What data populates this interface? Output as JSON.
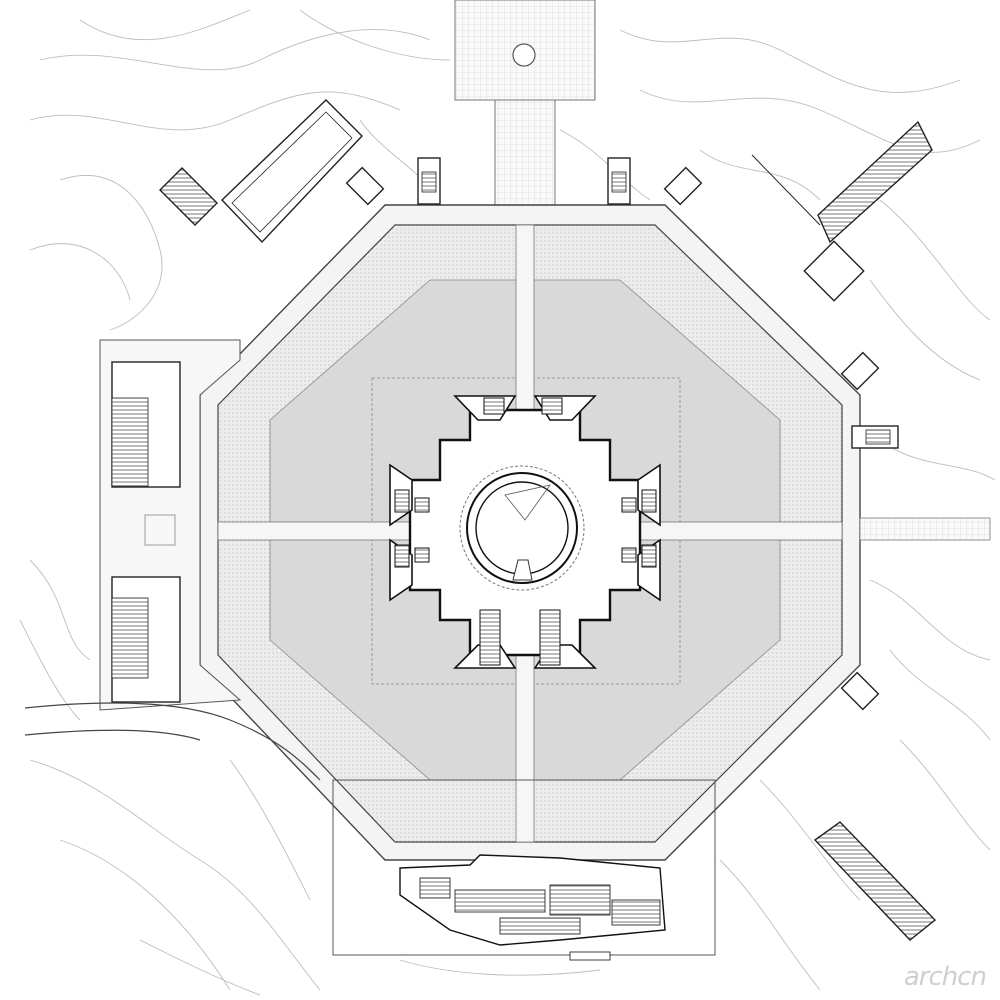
{
  "diagram": {
    "kind": "architectural site plan",
    "shape": "octagonal plaza with central circular courtyard",
    "colors": {
      "line": "#222222",
      "contour": "#bdbdbd",
      "paving": "#e3e3e3",
      "plaza_inner": "#d9d9d9",
      "background": "#ffffff"
    }
  },
  "watermark": {
    "text": "archcn"
  }
}
